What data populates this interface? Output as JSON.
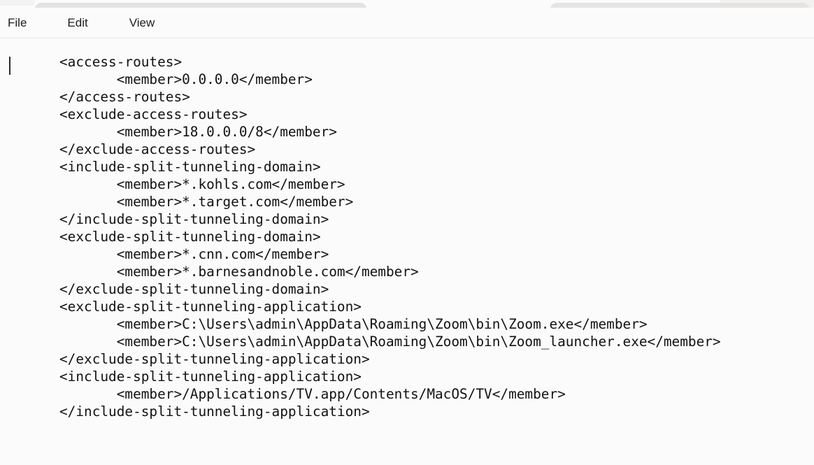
{
  "window": {
    "background_color": "#fbfbfb",
    "divider_color": "#e8e8e8",
    "text_color": "#121212",
    "caret_color": "#2b2b2b"
  },
  "chrome": {
    "tab_left_label": "",
    "tab_right_label": ""
  },
  "menubar": {
    "items": [
      {
        "label": "File",
        "name": "menu-file"
      },
      {
        "label": "Edit",
        "name": "menu-edit"
      },
      {
        "label": "View",
        "name": "menu-view"
      }
    ]
  },
  "editor": {
    "caret_visible": true,
    "caret_line": 1,
    "caret_column": 1,
    "lines": [
      "<access-routes>",
      "       <member>0.0.0.0</member>",
      "</access-routes>",
      "<exclude-access-routes>",
      "       <member>18.0.0.0/8</member>",
      "</exclude-access-routes>",
      "<include-split-tunneling-domain>",
      "       <member>*.kohls.com</member>",
      "       <member>*.target.com</member>",
      "</include-split-tunneling-domain>",
      "<exclude-split-tunneling-domain>",
      "       <member>*.cnn.com</member>",
      "       <member>*.barnesandnoble.com</member>",
      "</exclude-split-tunneling-domain>",
      "<exclude-split-tunneling-application>",
      "       <member>C:\\Users\\admin\\AppData\\Roaming\\Zoom\\bin\\Zoom.exe</member>",
      "       <member>C:\\Users\\admin\\AppData\\Roaming\\Zoom\\bin\\Zoom_launcher.exe</member>",
      "</exclude-split-tunneling-application>",
      "<include-split-tunneling-application>",
      "       <member>/Applications/TV.app/Contents/MacOS/TV</member>",
      "</include-split-tunneling-application>"
    ]
  }
}
